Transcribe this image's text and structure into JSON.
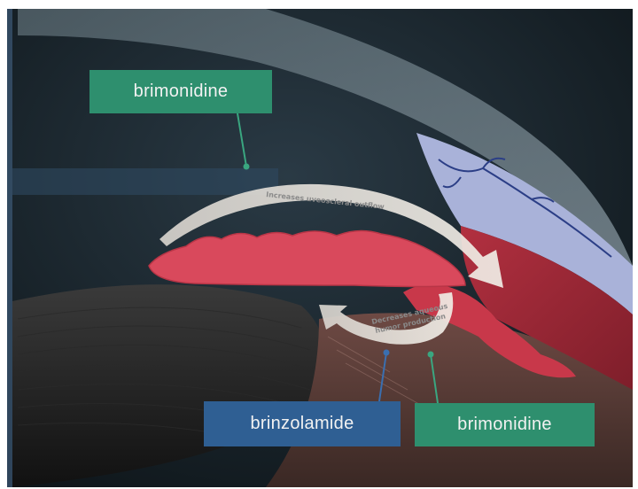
{
  "labels": {
    "brimonidine_top": "brimonidine",
    "brinzolamide": "brinzolamide",
    "brimonidine_bottom": "brimonidine"
  },
  "arrows": {
    "outflow_text": "Increases uveoscleral outflow",
    "production_line1": "Decreases aqueous",
    "production_line2": "humor production"
  },
  "colors": {
    "brimonidine_label": "#2e8f6e",
    "brinzolamide_label": "#2f5f93",
    "ciliary_body": "#c8384a",
    "iris": "#d9495c",
    "sclera": "#a9b2d9"
  }
}
